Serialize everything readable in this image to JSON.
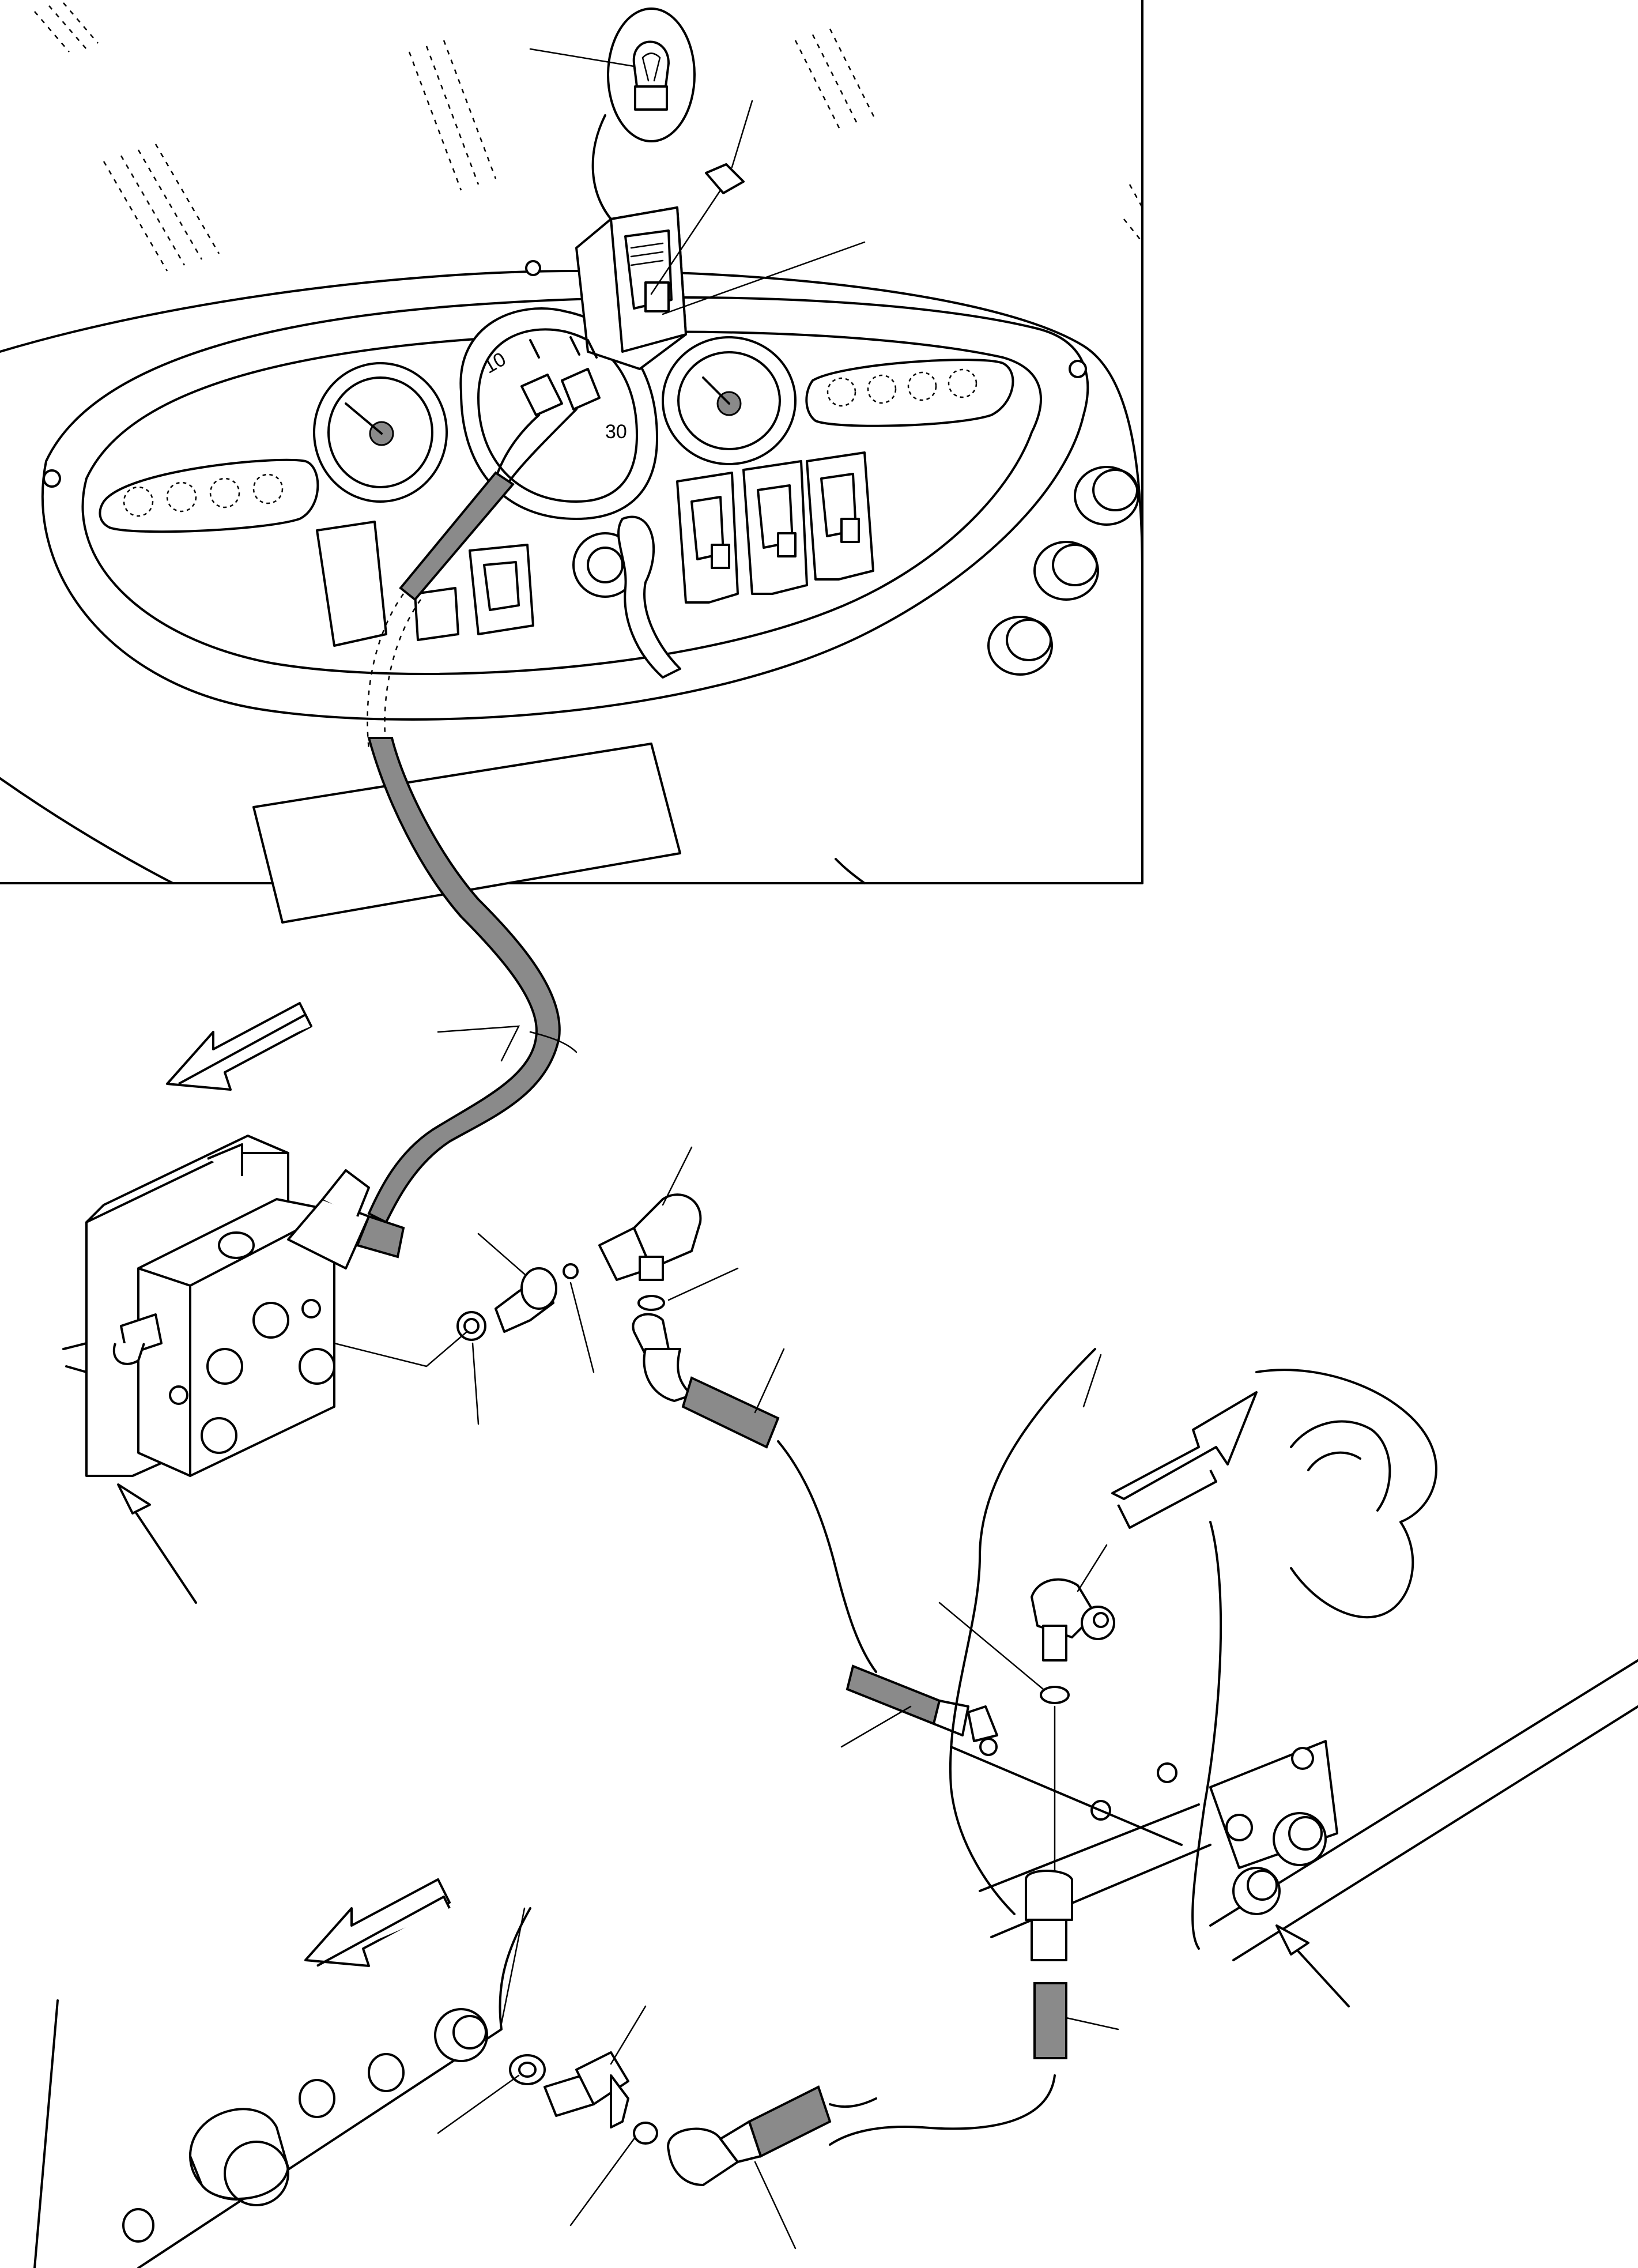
{
  "figure": {
    "kind": "exploded parts illustration",
    "gauge_labels": [
      "10",
      "30"
    ],
    "direction_arrow_count": 3,
    "callout_leader_count": 22
  },
  "icons": [
    "bulb-icon",
    "rocker-switch-icon",
    "connector-icon",
    "hydraulic-valve-icon",
    "elbow-fitting-icon",
    "hose-icon",
    "direction-arrow-icon"
  ]
}
